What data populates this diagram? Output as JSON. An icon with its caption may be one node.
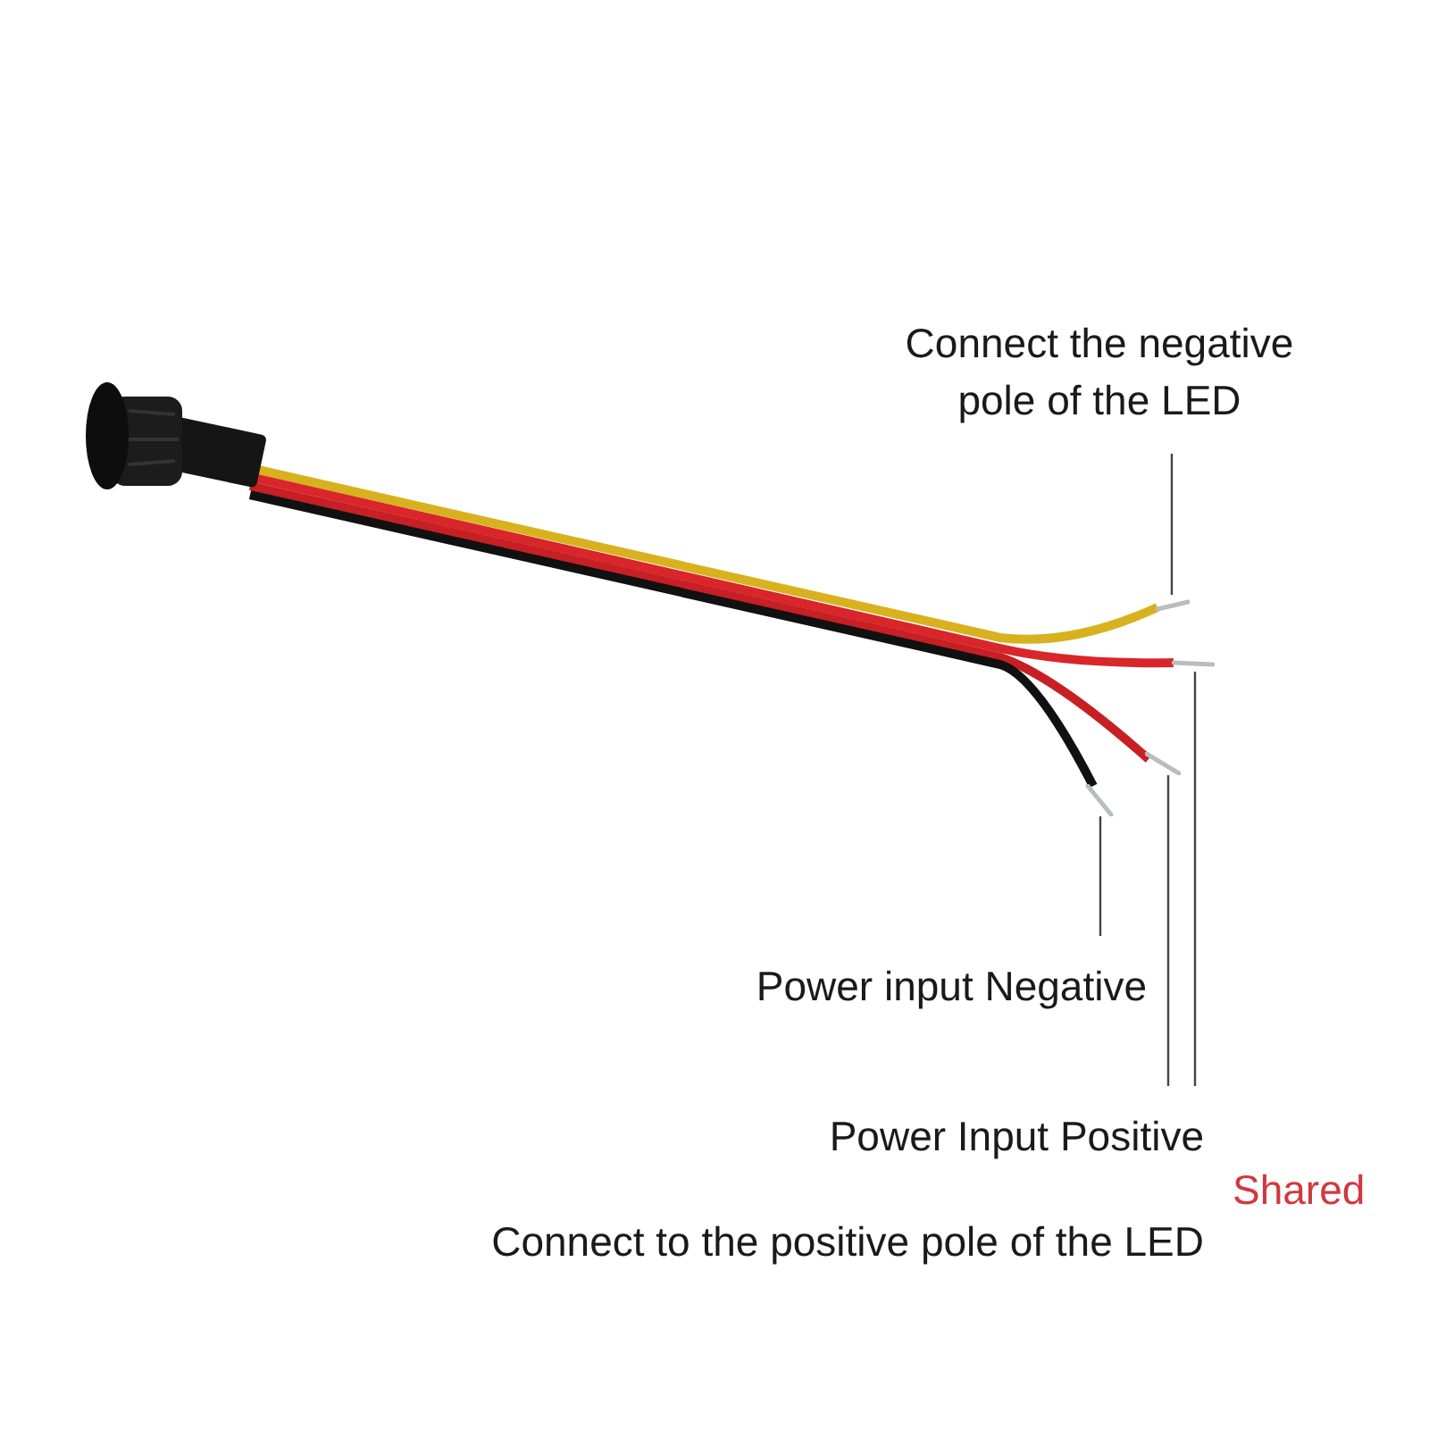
{
  "diagram": {
    "nodes": [
      {
        "text": [
          "Connect the negative pole of the LED"
        ]
      },
      {
        "text": [],
        "shape": "picture"
      },
      {
        "text": [],
        "shape": "picture"
      },
      {
        "text": [],
        "shape": "picture"
      },
      {
        "text": [],
        "shape": "picture"
      },
      {
        "text": [
          "Power input Negative"
        ]
      },
      {
        "text": [
          "Power Input Positive"
        ]
      },
      {
        "text": [
          "Connect to the positive pole of the LED"
        ]
      }
    ],
    "edges": [
      {
        "from": 0,
        "to": 1,
        "arrow": "none"
      },
      {
        "from": 5,
        "to": 4,
        "arrow": "none"
      },
      {
        "from": 6,
        "to": 3,
        "arrow": "none"
      },
      {
        "from": 6,
        "to": 2,
        "arrow": "none"
      }
    ],
    "labels": [
      "Shared"
    ]
  }
}
